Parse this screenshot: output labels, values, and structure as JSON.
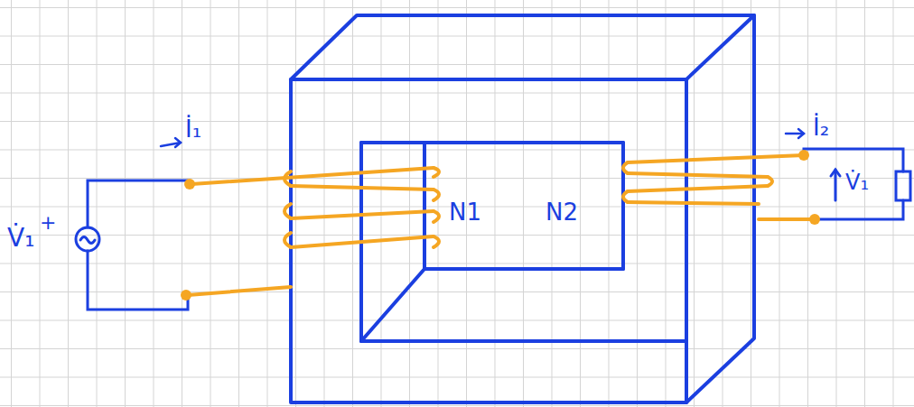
{
  "diagram": {
    "labels": [
      "V̇₁",
      "+",
      "İ₁",
      "N1",
      "N2",
      "İ₂",
      "V̇₁"
    ]
  }
}
